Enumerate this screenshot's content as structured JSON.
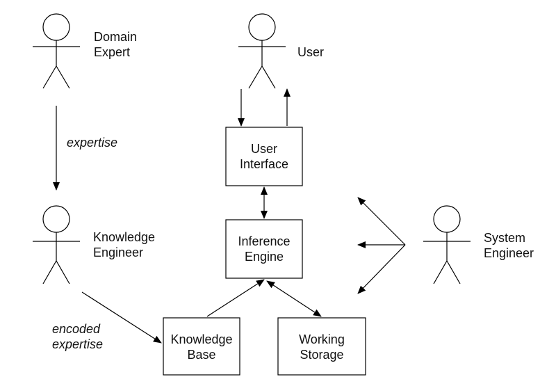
{
  "actors": {
    "domain_expert": {
      "line1": "Domain",
      "line2": "Expert"
    },
    "user": {
      "label": "User"
    },
    "knowledge_engineer": {
      "line1": "Knowledge",
      "line2": "Engineer"
    },
    "system_engineer": {
      "line1": "System",
      "line2": "Engineer"
    }
  },
  "boxes": {
    "user_interface": {
      "line1": "User",
      "line2": "Interface"
    },
    "inference_engine": {
      "line1": "Inference",
      "line2": "Engine"
    },
    "knowledge_base": {
      "line1": "Knowledge",
      "line2": "Base"
    },
    "working_storage": {
      "line1": "Working",
      "line2": "Storage"
    }
  },
  "edges": {
    "expertise": "expertise",
    "encoded_line1": "encoded",
    "encoded_line2": "expertise"
  }
}
